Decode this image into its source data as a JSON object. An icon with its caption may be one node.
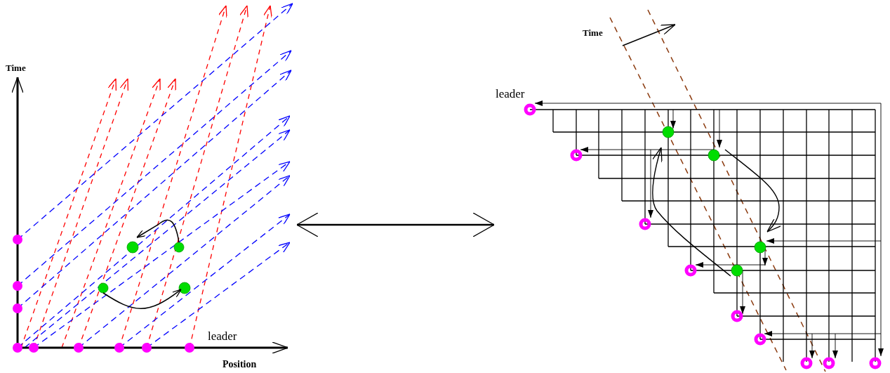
{
  "diagram": {
    "nodes": [
      {
        "text": [],
        "shape": "picture"
      },
      {
        "text": [],
        "shape": "picture"
      }
    ],
    "edges": [
      {
        "from": 0,
        "to": 1,
        "arrow": "both"
      }
    ],
    "labels": [
      "Time",
      "leader",
      "Position",
      "Time",
      "leader"
    ]
  }
}
